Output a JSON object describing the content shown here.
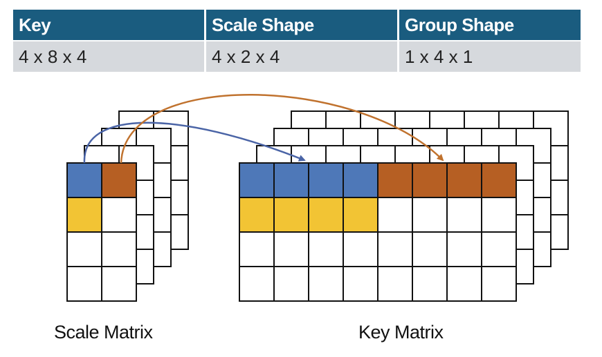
{
  "table": {
    "headers": [
      "Key",
      "Scale Shape",
      "Group Shape"
    ],
    "row": [
      "4 x 8 x 4",
      "4 x 2 x 4",
      "1 x 4 x 1"
    ]
  },
  "captions": {
    "scale": "Scale Matrix",
    "key": "Key Matrix"
  },
  "colors": {
    "blue": "#4e78b8",
    "orange": "#b65f23",
    "yellow": "#f2c434",
    "header_bg": "#1a5c7f",
    "cell_bg": "#d6d9dd",
    "arrow_blue": "#4a64a6",
    "arrow_orange": "#c0722e"
  },
  "scale_matrix": {
    "rows": 4,
    "cols": 2,
    "depth": 4,
    "fills": [
      [
        "blue",
        "orange"
      ],
      [
        "yellow",
        "white"
      ],
      [
        "white",
        "white"
      ],
      [
        "white",
        "white"
      ]
    ]
  },
  "key_matrix": {
    "rows": 4,
    "cols": 8,
    "depth": 4,
    "fills": [
      [
        "blue",
        "blue",
        "blue",
        "blue",
        "orange",
        "orange",
        "orange",
        "orange"
      ],
      [
        "yellow",
        "yellow",
        "yellow",
        "yellow",
        "white",
        "white",
        "white",
        "white"
      ],
      [
        "white",
        "white",
        "white",
        "white",
        "white",
        "white",
        "white",
        "white"
      ],
      [
        "white",
        "white",
        "white",
        "white",
        "white",
        "white",
        "white",
        "white"
      ]
    ]
  }
}
